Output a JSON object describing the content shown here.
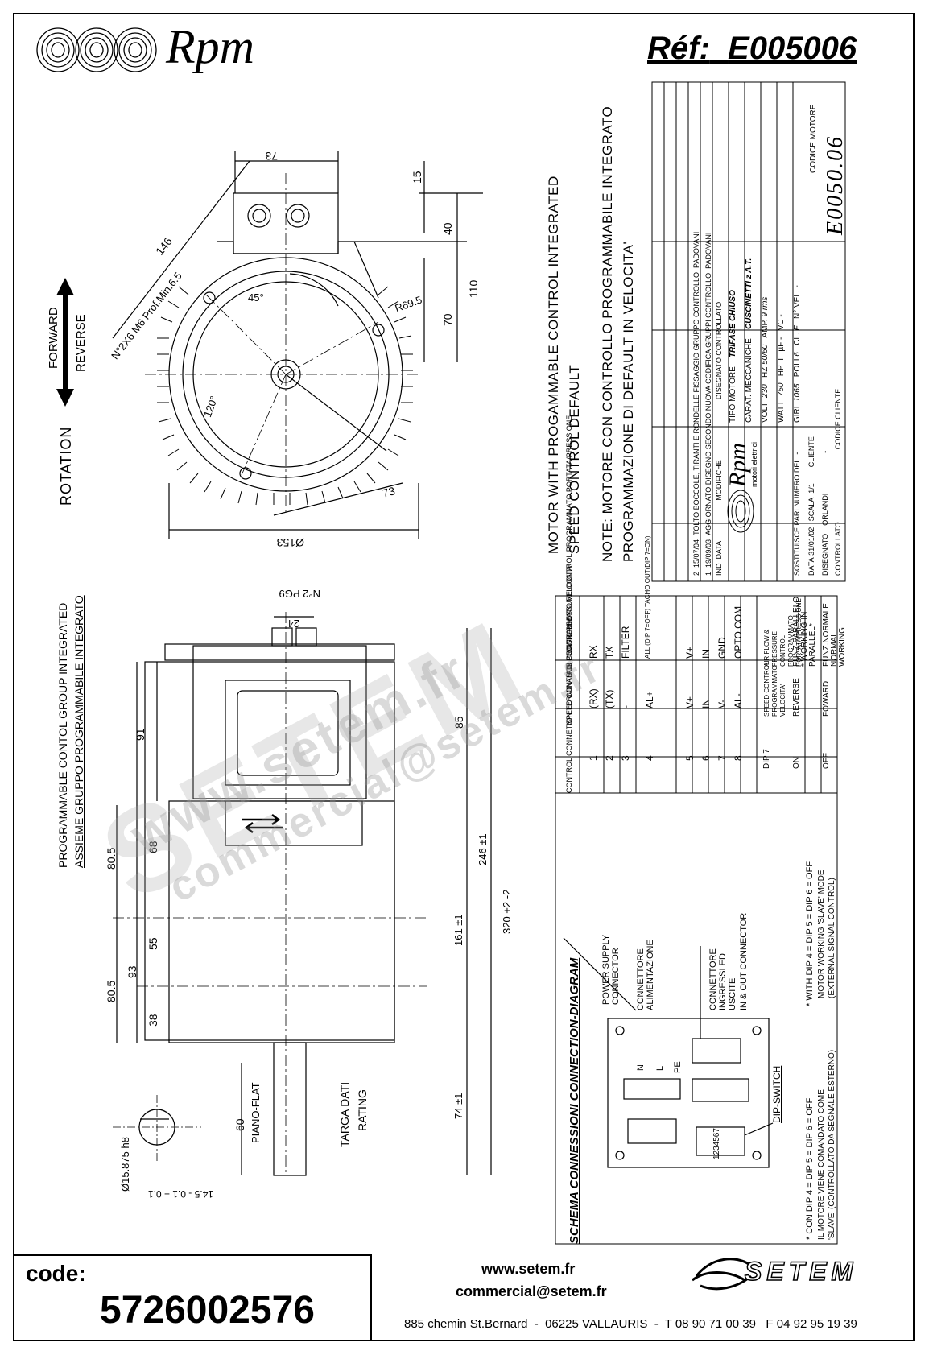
{
  "header": {
    "brand": "Rpm",
    "ref_label": "Réf:",
    "ref_value": "E005006"
  },
  "motor_view": {
    "forward": "FORWARD",
    "reverse": "REVERSE",
    "rotation": "ROTATION",
    "dims": {
      "d73_top": "73",
      "d15": "15",
      "d40": "40",
      "d110": "110",
      "d70": "70",
      "d146": "146",
      "holes": "N°2X6 M6 Prof.Min.6.5",
      "r69": "R69.5",
      "a45": "45°",
      "a120": "120°",
      "d73_low": "73",
      "d153": "Ø153"
    }
  },
  "side_view": {
    "label_group": "PROGRAMMABLE CONTOL GROUP INTEGRATED",
    "label_group_it": "ASSIEME GRUPPO PROGRAMMABILE INTEGRATO",
    "pg9": "N°2 PG9",
    "d24": "24",
    "d91": "91",
    "d85": "85",
    "d68": "68",
    "d80_5a": "80.5",
    "d80_5b": "80.5",
    "d55": "55",
    "d93": "93",
    "d38": "38",
    "d246": "246 ±1",
    "d161": "161 ±1",
    "d320": "320 +2 -2",
    "d74": "74 ±1",
    "d60": "60",
    "piano": "PIANO-FLAT",
    "targa": "TARGA DATI",
    "rating": "RATING",
    "shaft_dia": "Ø15.875 h8",
    "shaft_flat": "14.5 - 0.1 + 0.1"
  },
  "notes": {
    "line1": "MOTOR WITH PROGAMMABLE CONTROL INTEGRATED",
    "line2": "SPEED CONTROL DEFAULT",
    "line3": "NOTE: MOTORE CON CONTROLLO PROGRAMMABILE INTEGRATO",
    "line4": "PROGRAMMAZIONE DI DEFAULT IN VELOCITA'"
  },
  "title_block": {
    "rev_rows": [
      [
        "2",
        "15/07/04",
        "TOLTO BOCCOLE, TIRANTI E RONDELLE FISSAGGIO GRUPPO CONTROLLO",
        "PADOVANI"
      ],
      [
        "1",
        "19/09/03",
        "AGGIORNATO DISEGNO SECONDO NUOVA CODIFICA GRUPPI CONTROLLO",
        "PADOVANI"
      ]
    ],
    "ind": "IND",
    "data": "DATA",
    "modifiche": "MODIFICHE",
    "disegnato": "DISEGNATO",
    "controllato": "CONTROLLATO",
    "tipo_motore_label": "TIPO MOTORE",
    "tipo_motore": "TRIFASE CHIUSO",
    "carat_label": "CARAT. MECCANICHE",
    "carat": "CUSCINETTI z A.T.",
    "volt_label": "VOLT",
    "volt": "230",
    "hz_label": "HZ",
    "hz": "50/60",
    "amp_label": "AMP.",
    "amp": "9 rms",
    "watt_label": "WATT",
    "watt": "750",
    "hp_label": "HP",
    "hp": "I",
    "uf_label": "µF",
    "uf": "-",
    "vc_label": "VC",
    "vc": "-",
    "giri_label": "GIRI",
    "giri": "1065",
    "poli_label": "POLI",
    "poli": "6",
    "cl_label": "CL.",
    "cl": "F",
    "nvel_label": "N° VEL.",
    "nvel": "-",
    "brand": "Rpm",
    "brand_sub": "motori elettrici",
    "sost_label": "SOSTITUISCE PARI NUMERO DEL",
    "sost": "-",
    "data_label": "DATA",
    "data_val": "31/01/02",
    "scala_label": "SCALA",
    "scala": "1/1",
    "disegnato_by": "ORLANDI",
    "cliente_label": "CLIENTE",
    "cliente": "-",
    "codice_cliente_label": "CODICE CLIENTE",
    "codice_motore_label": "CODICE MOTORE",
    "codice_motore": "E0050.06"
  },
  "connection_table": {
    "headers": [
      "CONTROL CONNETION TERMINALI DI CONTROLLO",
      "SPEED CONTROL PROGRAMMATO VELOCITA'",
      "AIR FLOW & PRESSURE CONTROL PROGRAMMATO PORTATA/PRESSIONE"
    ],
    "rows": [
      [
        "1",
        "(RX)",
        "RX"
      ],
      [
        "2",
        "(TX)",
        "TX"
      ],
      [
        "3",
        "-",
        "FILTER"
      ],
      [
        "4",
        "AL+",
        "ALL (DIP 7=OFF) TACHO OUT(DIP 7=ON)"
      ],
      [
        "5",
        "V+",
        "V+"
      ],
      [
        "6",
        "IN",
        "IN"
      ],
      [
        "7",
        "V-",
        "GND"
      ],
      [
        "8",
        "AL-",
        "OPTO COM"
      ]
    ],
    "dip_rows": [
      [
        "DIP 7",
        "SPEED CONTROL PROGRAMMATO VELOCITA'",
        "AIR FLOW & PRESSURE CONTROL PROGRAMMATO PORTATA/PRESSIONE"
      ],
      [
        "ON",
        "REVERSE",
        "FUNZ.PARALLELO * WORKING IN PARALLEL*"
      ],
      [
        "OFF",
        "FOWARD",
        "FUNZ.NORMALE NORMAL WORKING"
      ]
    ]
  },
  "schema": {
    "title": "SCHEMA CONNESSIONI   CONNECTION-DIAGRAM",
    "power": "POWER SUPPLY CONNECTOR",
    "conn_it": "CONNETTORE ALIMENTAZIONE",
    "io_it": "CONNETTORE INGRESSI ED USCITE",
    "io_en": "IN & OUT CONNECTOR",
    "dip_switch": "DIP-SWITCH",
    "n": "N",
    "l": "L",
    "pe": "PE",
    "dip_nums": "1234567",
    "slave_en": "* WITH DIP 4 = DIP 5 = DIP 6 = OFF",
    "slave_en2": "MOTOR WORKING 'SLAVE' MODE",
    "slave_en3": "(EXTERNAL SIGNAL CONTROL)",
    "slave_it": "* CON DIP 4 = DIP 5 = DIP 6 = OFF",
    "slave_it2": "IL MOTORE VIENE COMANDATO COME",
    "slave_it3": "'SLAVE' (CONTROLLATO DA SEGNALE ESTERNO)"
  },
  "footer": {
    "code_label": "code:",
    "code_value": "5726002576",
    "website": "www.setem.fr",
    "email": "commercial@setem.fr",
    "address": "885 chemin St.Bernard  -  06225 VALLAURIS  -  T 08 90 71 00 39   F 04 92 95 19 39",
    "logo": "SETEM"
  },
  "watermark": {
    "w1": "www.setem.fr",
    "w2": "SETEM",
    "w3": "commercial@setem.fr"
  }
}
